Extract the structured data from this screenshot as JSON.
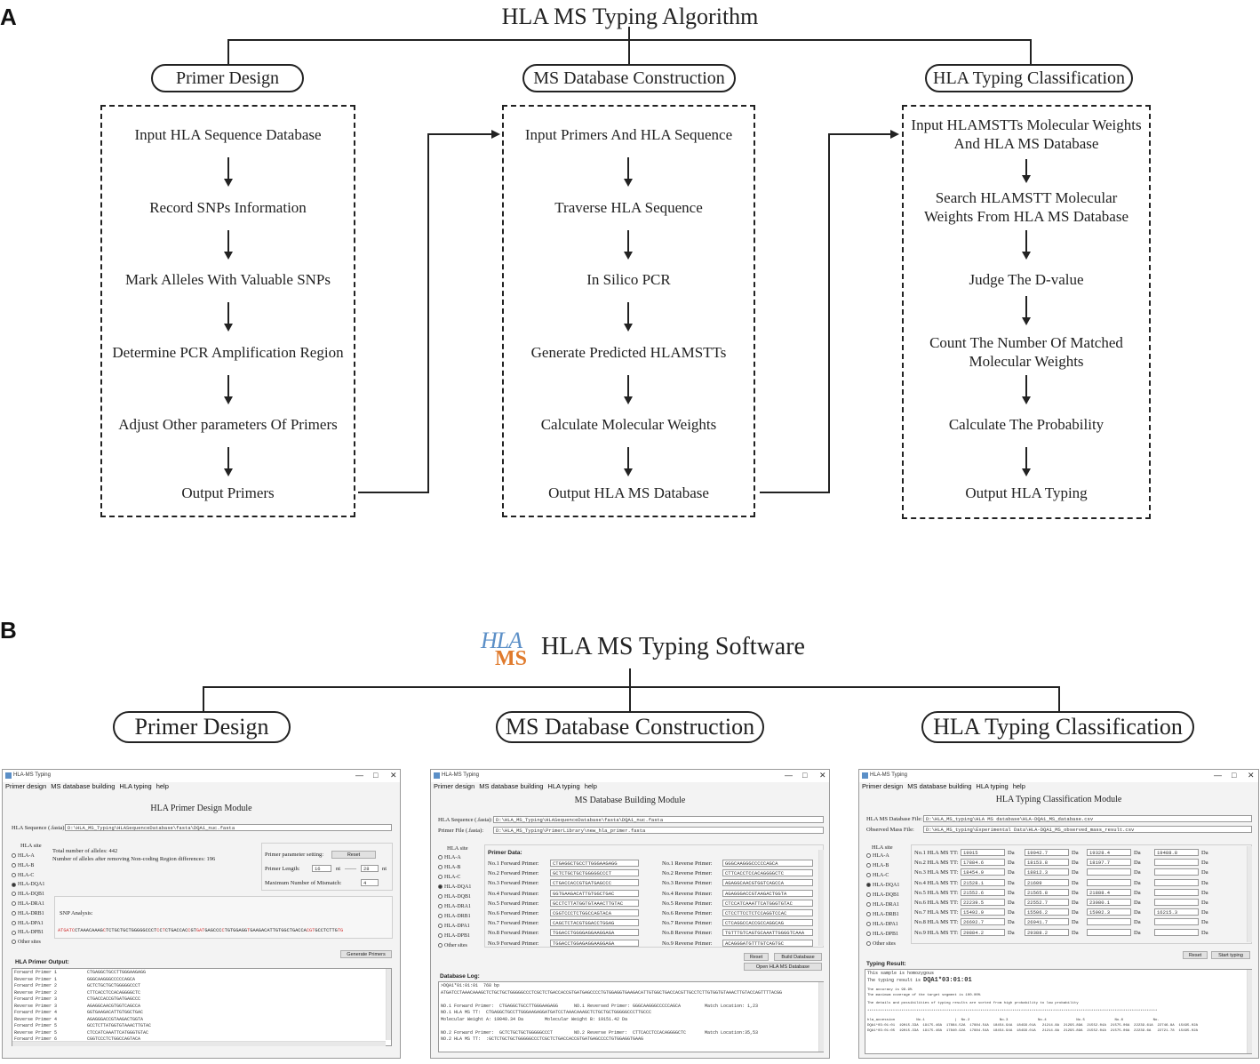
{
  "panel_a": {
    "letter": "A",
    "title": "HLA MS Typing Algorithm",
    "modules": [
      {
        "name": "Primer Design",
        "steps": [
          "Input HLA Sequence Database",
          "Record SNPs Information",
          "Mark Alleles With Valuable SNPs",
          "Determine PCR Amplification Region",
          "Adjust Other parameters Of Primers",
          "Output Primers"
        ]
      },
      {
        "name": "MS Database Construction",
        "steps": [
          "Input Primers And HLA Sequence",
          "Traverse HLA Sequence",
          "In Silico PCR",
          "Generate Predicted HLAMSTTs",
          "Calculate Molecular Weights",
          "Output HLA MS Database"
        ]
      },
      {
        "name": "HLA Typing Classification",
        "steps": [
          "Input HLAMSTTs Molecular Weights And HLA MS Database",
          "Search HLAMSTT Molecular Weights From HLA MS Database",
          "Judge The D-value",
          "Count The Number Of Matched Molecular Weights",
          "Calculate The Probability",
          "Output HLA Typing"
        ]
      }
    ]
  },
  "panel_b": {
    "letter": "B",
    "logo_top": "HLA",
    "logo_bottom": "MS",
    "title": "HLA MS Typing Software",
    "modules": [
      "Primer Design",
      "MS Database Construction",
      "HLA Typing Classification"
    ]
  },
  "window_common": {
    "title": "HLA-MS Typing",
    "menu": [
      "Primer design",
      "MS database building",
      "HLA typing",
      "help"
    ],
    "controls": [
      "—",
      "□",
      "✕"
    ],
    "hla_site_label": "HLA site",
    "sites": [
      "HLA-A",
      "HLA-B",
      "HLA-C",
      "HLA-DQA1",
      "HLA-DQB1",
      "HLA-DRA1",
      "HLA-DRB1",
      "HLA-DPA1",
      "HLA-DPB1",
      "Other sites"
    ],
    "selected_site": "HLA-DQA1"
  },
  "win1": {
    "module_title": "HLA Primer Design Module",
    "seq_label": "HLA Sequence (.fasta):",
    "seq_value": "D:\\HLA_MS_Typing\\HLASequenceDatabase\\fasta\\DQA1_nuc.fasta",
    "total_alleles": "Total number of alleles: 442",
    "after_removing": "Number of alleles after removing Non-coding Region differences: 196",
    "param_label": "Primer parameter setting:",
    "reset_label": "Reset",
    "length_label": "Primer Length:",
    "length_min": "16",
    "nt1": "nt",
    "length_dash": "——",
    "length_max": "28",
    "nt2": "nt",
    "mismatch_label": "Maximum Number of Mismatch:",
    "mismatch_value": "4",
    "snp_label": "SNP Analysis:",
    "snp_seq": [
      {
        "t": "ATGATC",
        "r": true
      },
      {
        "t": "CTAAACAAAG",
        "r": false
      },
      {
        "t": "C",
        "r": true
      },
      {
        "t": "TCTGCTGCTGGGGGCCCT",
        "r": false
      },
      {
        "t": "C",
        "r": true
      },
      {
        "t": "C",
        "r": false
      },
      {
        "t": "T",
        "r": true
      },
      {
        "t": "CTGACCAC",
        "r": false
      },
      {
        "t": "C",
        "r": true
      },
      {
        "t": "GT",
        "r": false
      },
      {
        "t": "GAT",
        "r": true
      },
      {
        "t": "GAGCCC",
        "r": false
      },
      {
        "t": "C",
        "r": true
      },
      {
        "t": "TGTGGAGG",
        "r": false
      },
      {
        "t": "T",
        "r": true
      },
      {
        "t": "GAAGACATTGTGGCTGACCA",
        "r": false
      },
      {
        "t": "CGT",
        "r": true
      },
      {
        "t": "GCCTCTTG",
        "r": false
      },
      {
        "t": "TG",
        "r": true
      }
    ],
    "generate_label": "Generate Primers",
    "output_label": "HLA Primer Output:",
    "output_rows": [
      [
        "Forward Primer 1",
        "CTGAGGCTGCCTTGGGAAGAGG"
      ],
      [
        "Reverse Primer 1",
        "GGGCAAGGGCCCCCAGCA"
      ],
      [
        "Forward Primer 2",
        "GCTCTGCTGCTGGGGGCCCT"
      ],
      [
        "Reverse Primer 2",
        "CTTCACCTCCACAGGGGCTC"
      ],
      [
        "Forward Primer 3",
        "CTGACCACCGTGATGAGCCC"
      ],
      [
        "Reverse Primer 3",
        "AGAGGCAACGTGGTCAGCCA"
      ],
      [
        "Forward Primer 4",
        "GGTGAAGACATTGTGGCTGAC"
      ],
      [
        "Reverse Primer 4",
        "AGAGGGACCGTAAGACTGGTA"
      ],
      [
        "Forward Primer 5",
        "GCCTCTTATGGTGTAAACTTGTAC"
      ],
      [
        "Reverse Primer 5",
        "CTCCATCAAATTCATGGGTGTAC"
      ],
      [
        "Forward Primer 6",
        "CGGTCCCTCTGGCCAGTACA"
      ]
    ]
  },
  "win2": {
    "module_title": "MS Database Building Module",
    "seq_label": "HLA Sequence (.fasta):",
    "seq_value": "D:\\HLA_MS_Typing\\HLASequenceDatabase\\fasta\\DQA1_nuc.fasta",
    "primer_label": "Primer File (.fasta):",
    "primer_value": "D:\\HLA_MS_Typing\\PrimerLibrary\\new_hla_primer.fasta",
    "primer_data_label": "Primer Data:",
    "forward": [
      [
        "No.1 Forward Primer:",
        "CTGAGGCTGCCTTGGGAAGAGG"
      ],
      [
        "No.2 Forward Primer:",
        "GCTCTGCTGCTGGGGGCCCT"
      ],
      [
        "No.3 Forward Primer:",
        "CTGACCACCGTGATGAGCCC"
      ],
      [
        "No.4 Forward Primer:",
        "GGTGAAGACATTGTGGCTGAC"
      ],
      [
        "No.5 Forward Primer:",
        "GCCTCTTATGGTGTAAACTTGTAC"
      ],
      [
        "No.6 Forward Primer:",
        "CGGTCCCTCTGGCCAGTACA"
      ],
      [
        "No.7 Forward Primer:",
        "CAGCTCTACGTGGACCTGGAG"
      ],
      [
        "No.8 Forward Primer:",
        "TGGACCTGGGGAGGAAGGAGA"
      ],
      [
        "No.9 Forward Primer:",
        "TGGACCTGGAGAGGAAGGAGA"
      ]
    ],
    "reverse": [
      [
        "No.1 Reverse Primer:",
        "GGGCAAGGGCCCCCAGCA"
      ],
      [
        "No.2 Reverse Primer:",
        "CTTCACCTCCACAGGGGCTC"
      ],
      [
        "No.3 Reverse Primer:",
        "AGAGGCAACGTGGTCAGCCA"
      ],
      [
        "No.4 Reverse Primer:",
        "AGAGGGACCGTAAGACTGGTA"
      ],
      [
        "No.5 Reverse Primer:",
        "CTCCATCAAATTCATGGGTGTAC"
      ],
      [
        "No.6 Reverse Primer:",
        "CTCCTTCCTCTCCAGGTCCAC"
      ],
      [
        "No.7 Reverse Primer:",
        "CTCAGGCCACCGCCAGGCAG"
      ],
      [
        "No.8 Reverse Primer:",
        "TGTTTGTCAGTGCAAATTGGGGTCAAA"
      ],
      [
        "No.9 Reverse Primer:",
        "ACAGGGATGTTTGTCAGTGC"
      ]
    ],
    "reset_label": "Reset",
    "build_label": "Build Database",
    "open_label": "Open HLA MS Database",
    "log_label": "Database Log:",
    "log_lines": [
      ">DQA1*01:01:01  768 bp",
      "ATGATCCTAAACAAAGCTCTGCTGCTGGGGGCCCTCGCTCTGACCACCGTGATGAGCCCCTGTGGAGGTGAAGACATTGTGGCTGACCACGTTGCCTCTTGTGGTGTAAACTTGTACCAGTTTTACGG",
      "",
      "NO.1 Forward Primer:  CTGAGGCTGCCTTGGGAAGAGG      NO.1 Reversed Primer: GGGCAAGGGCCCCCAGCA         Match Location: 1,23",
      "NO.1 HLA MS TT:  CTGAGGCTGCCTTGGGAAGAGGATGATCCTAAACAAAGCTCTGCTGCTGGGGGCCCTTGCCC",
      "Molecular Weight A: 19040.34 Da        Molecular Weight B: 19151.42 Da",
      "",
      "NO.2 Forward Primer:  GCTCTGCTGCTGGGGGCCCT        NO.2 Reverse Primer:  CTTCACCTCCACAGGGGCTC       Match Location:35,53",
      "NO.2 HLA MS TT:  :GCTCTGCTGCTGGGGGCCCTCGCTCTGACCACCGTGATGAGCCCCTGTGGAGGTGAAG"
    ]
  },
  "win3": {
    "module_title": "HLA Typing Classification Module",
    "db_label": "HLA MS Database File:",
    "db_value": "D:\\HLA_MS_typing\\HLA MS database\\HLA-DQA1_MS_database.csv",
    "obs_label": "Observed Mass File:",
    "obs_value": "D:\\HLA_MS_typing\\Experimental Data\\HLA-DQA1_MS_observed_mass_result.csv",
    "unit": "Da",
    "rows": [
      [
        "No.1 HLA MS TT:",
        "19015",
        "19042.7",
        "19328.4",
        "19488.8"
      ],
      [
        "No.2 HLA MS TT:",
        "17884.6",
        "18153.8",
        "18197.7",
        ""
      ],
      [
        "No.3 HLA MS TT:",
        "18454.9",
        "18812.3",
        "",
        ""
      ],
      [
        "No.4 HLA MS TT:",
        "21528.1",
        "21609",
        "",
        ""
      ],
      [
        "No.5 HLA MS TT:",
        "21552.6",
        "21565.8",
        "21888.4",
        ""
      ],
      [
        "No.6 HLA MS TT:",
        "22239.5",
        "22552.7",
        "23080.1",
        ""
      ],
      [
        "No.7 HLA MS TT:",
        "15492.9",
        "15506.2",
        "15902.3",
        "16215.3"
      ],
      [
        "No.8 HLA MS TT:",
        "26692.7",
        "26941.7",
        "",
        ""
      ],
      [
        "No.9 HLA MS TT:",
        "29884.2",
        "29388.2",
        "",
        ""
      ]
    ],
    "reset_label": "Reset",
    "start_label": "Start typing",
    "result_label": "Typing Result:",
    "result_line1": "This sample is homozygous",
    "result_line2_prefix": "The typing result is",
    "result_value": "DQA1*03:01:01",
    "accuracy": "The accuracy is 98.9%",
    "coverage": "The maximum coverage of the target segment is 100.00%",
    "details": "The details and possibilities of typing results are sorted from high probability to low probability",
    "stars": "****************************************************************************************************************************************",
    "table_header": "hla_accession          No.1              |  No.2              No.3              No.4              No.5              No.6              No.",
    "table_rows": [
      "DQA1*03:01:01  19015.33A  19175.46A  17884.52A  17884.54A  18454.94A  18499.01A   21214.8A  21295.89A  21552.04A  21575.06A  22239.61A  22746.8A  15495.02A",
      "DQA1*03:01:05  19015.33A  19175.46A  17840.92A  17884.54A  18454.94A  18499.01A   21214.8A  21295.89A  21552.04A  21575.06A  22239.6A   22721.78  15495.02A"
    ]
  }
}
